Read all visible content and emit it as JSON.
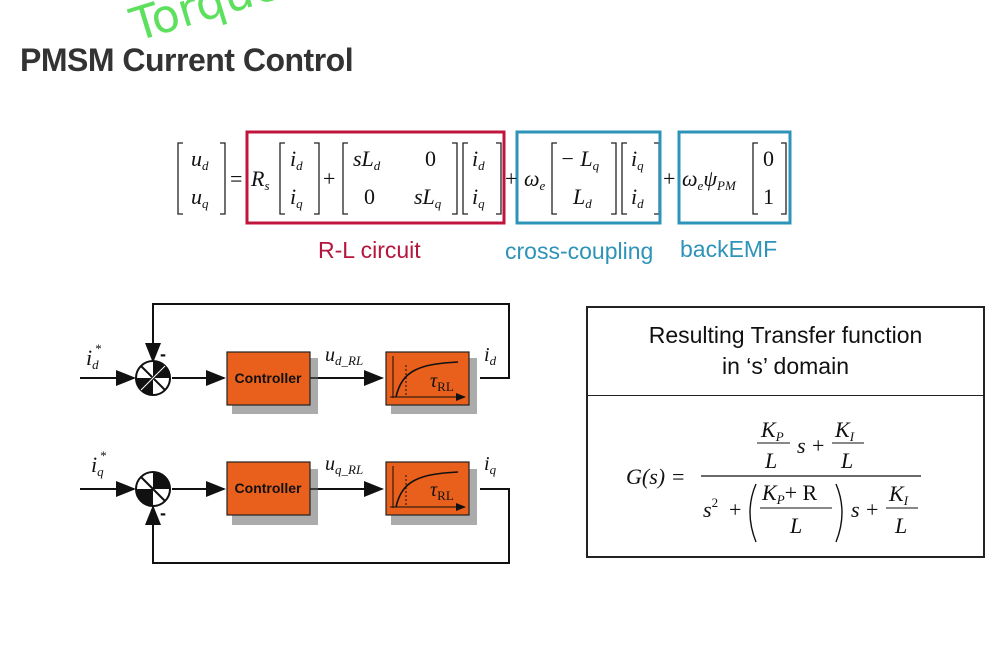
{
  "slide": {
    "title": "PMSM Current Control",
    "handwritten_annotation": "Torque",
    "colors": {
      "rl_box": "#c0143c",
      "coupling_box": "#2e93b8",
      "block_fill": "#e8601c",
      "annotation": "#5de05d"
    }
  },
  "equation": {
    "labels": {
      "rl": "R-L circuit",
      "coupling": "cross-coupling",
      "backemf": "backEMF"
    },
    "terms": {
      "ud": "u",
      "ud_sub": "d",
      "uq": "u",
      "uq_sub": "q",
      "equals": "=",
      "rs": "R",
      "rs_sub": "s",
      "id": "i",
      "id_sub": "d",
      "iq": "i",
      "iq_sub": "q",
      "plus": "+",
      "sLd": "sL",
      "sLd_sub": "d",
      "zero": "0",
      "sLq": "sL",
      "sLq_sub": "q",
      "omega": "ω",
      "omega_sub": "e",
      "neg_Lq": "− L",
      "Lq_sub": "q",
      "Ld": "L",
      "Ld_sub": "d",
      "psi": "ψ",
      "psi_sub": "PM",
      "one": "1"
    }
  },
  "block_diagram": {
    "loops": [
      {
        "input": "i",
        "input_sub": "d",
        "input_sup": "*",
        "sum_sign": "-",
        "controller": "Controller",
        "mid_signal": "u",
        "mid_sub": "d_RL",
        "plant": "τ",
        "plant_sub": "RL",
        "output": "i",
        "output_sub": "d"
      },
      {
        "input": "i",
        "input_sub": "q",
        "input_sup": "*",
        "sum_sign": "-",
        "controller": "Controller",
        "mid_signal": "u",
        "mid_sub": "q_RL",
        "plant": "τ",
        "plant_sub": "RL",
        "output": "i",
        "output_sub": "q"
      }
    ]
  },
  "transfer_function": {
    "heading_line1": "Resulting Transfer function",
    "heading_line2": "in ‘s’ domain",
    "formula": {
      "lhs": "G(s) =",
      "K": "K",
      "P": "P",
      "I": "I",
      "L": "L",
      "s": "s",
      "plus": "+",
      "s2": "s",
      "two": "2",
      "R": "+ R"
    }
  }
}
